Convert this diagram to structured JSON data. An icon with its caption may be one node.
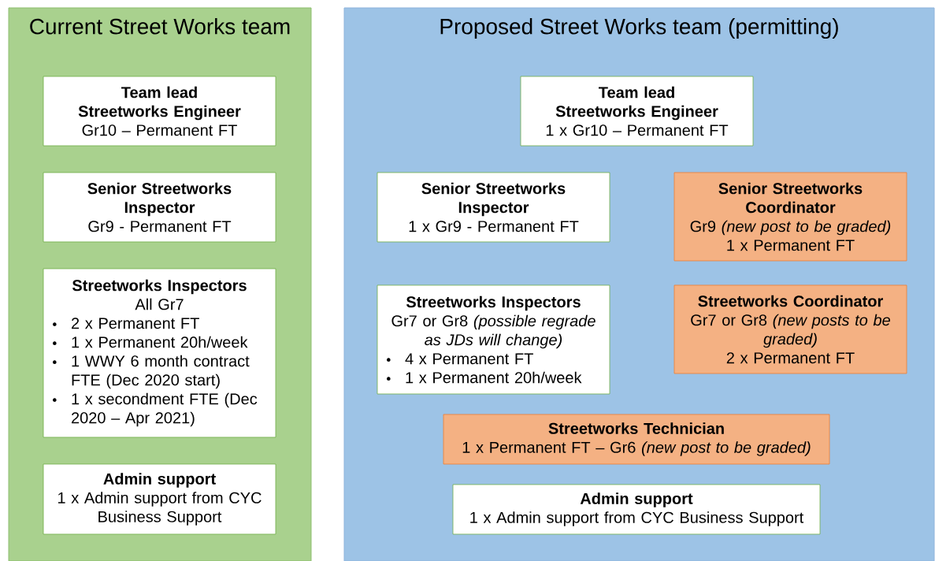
{
  "diagram": {
    "nodes": [
      {
        "text": [
          "Current Street Works team"
        ]
      },
      {
        "text": [
          "Team lead",
          "Streetworks Engineer",
          "Gr10 – Permanent FT"
        ],
        "in": 0
      },
      {
        "text": [
          "Senior Streetworks Inspector",
          "Gr9 - Permanent FT"
        ],
        "in": 0
      },
      {
        "text": [
          "Streetworks Inspectors",
          "All Gr7",
          "2 x Permanent FT",
          "1 x Permanent 20h/week",
          "1 WWY 6 month contract FTE (Dec 2020 start)",
          "1 x secondment FTE (Dec 2020 – Apr 2021)"
        ],
        "in": 0
      },
      {
        "text": [
          "Admin support",
          "1 x Admin support from CYC Business Support"
        ],
        "in": 0
      },
      {
        "text": [
          "Proposed Street Works team (permitting)"
        ]
      },
      {
        "text": [
          "Team lead",
          "Streetworks Engineer",
          "1 x Gr10 – Permanent FT"
        ],
        "in": 5
      },
      {
        "text": [
          "Senior Streetworks Inspector",
          "1 x Gr9 - Permanent FT"
        ],
        "in": 5
      },
      {
        "text": [
          "Senior Streetworks Coordinator",
          "Gr9 *(new post to be graded)*",
          "1 x Permanent FT"
        ],
        "in": 5
      },
      {
        "text": [
          "Streetworks Inspectors",
          "Gr7 or Gr8 *(possible regrade as JDs will change)*",
          "4 x Permanent FT",
          "1 x Permanent 20h/week"
        ],
        "in": 5
      },
      {
        "text": [
          "Streetworks Coordinator",
          "Gr7 or Gr8 *(new posts to be graded)*",
          "2 x Permanent FT"
        ],
        "in": 5
      },
      {
        "text": [
          "Streetworks Technician",
          "1 x Permanent FT – Gr6 *(new post to be graded)*"
        ],
        "in": 5
      },
      {
        "text": [
          "Admin support",
          "1 x Admin support from CYC Business Support"
        ],
        "in": 5
      }
    ]
  }
}
